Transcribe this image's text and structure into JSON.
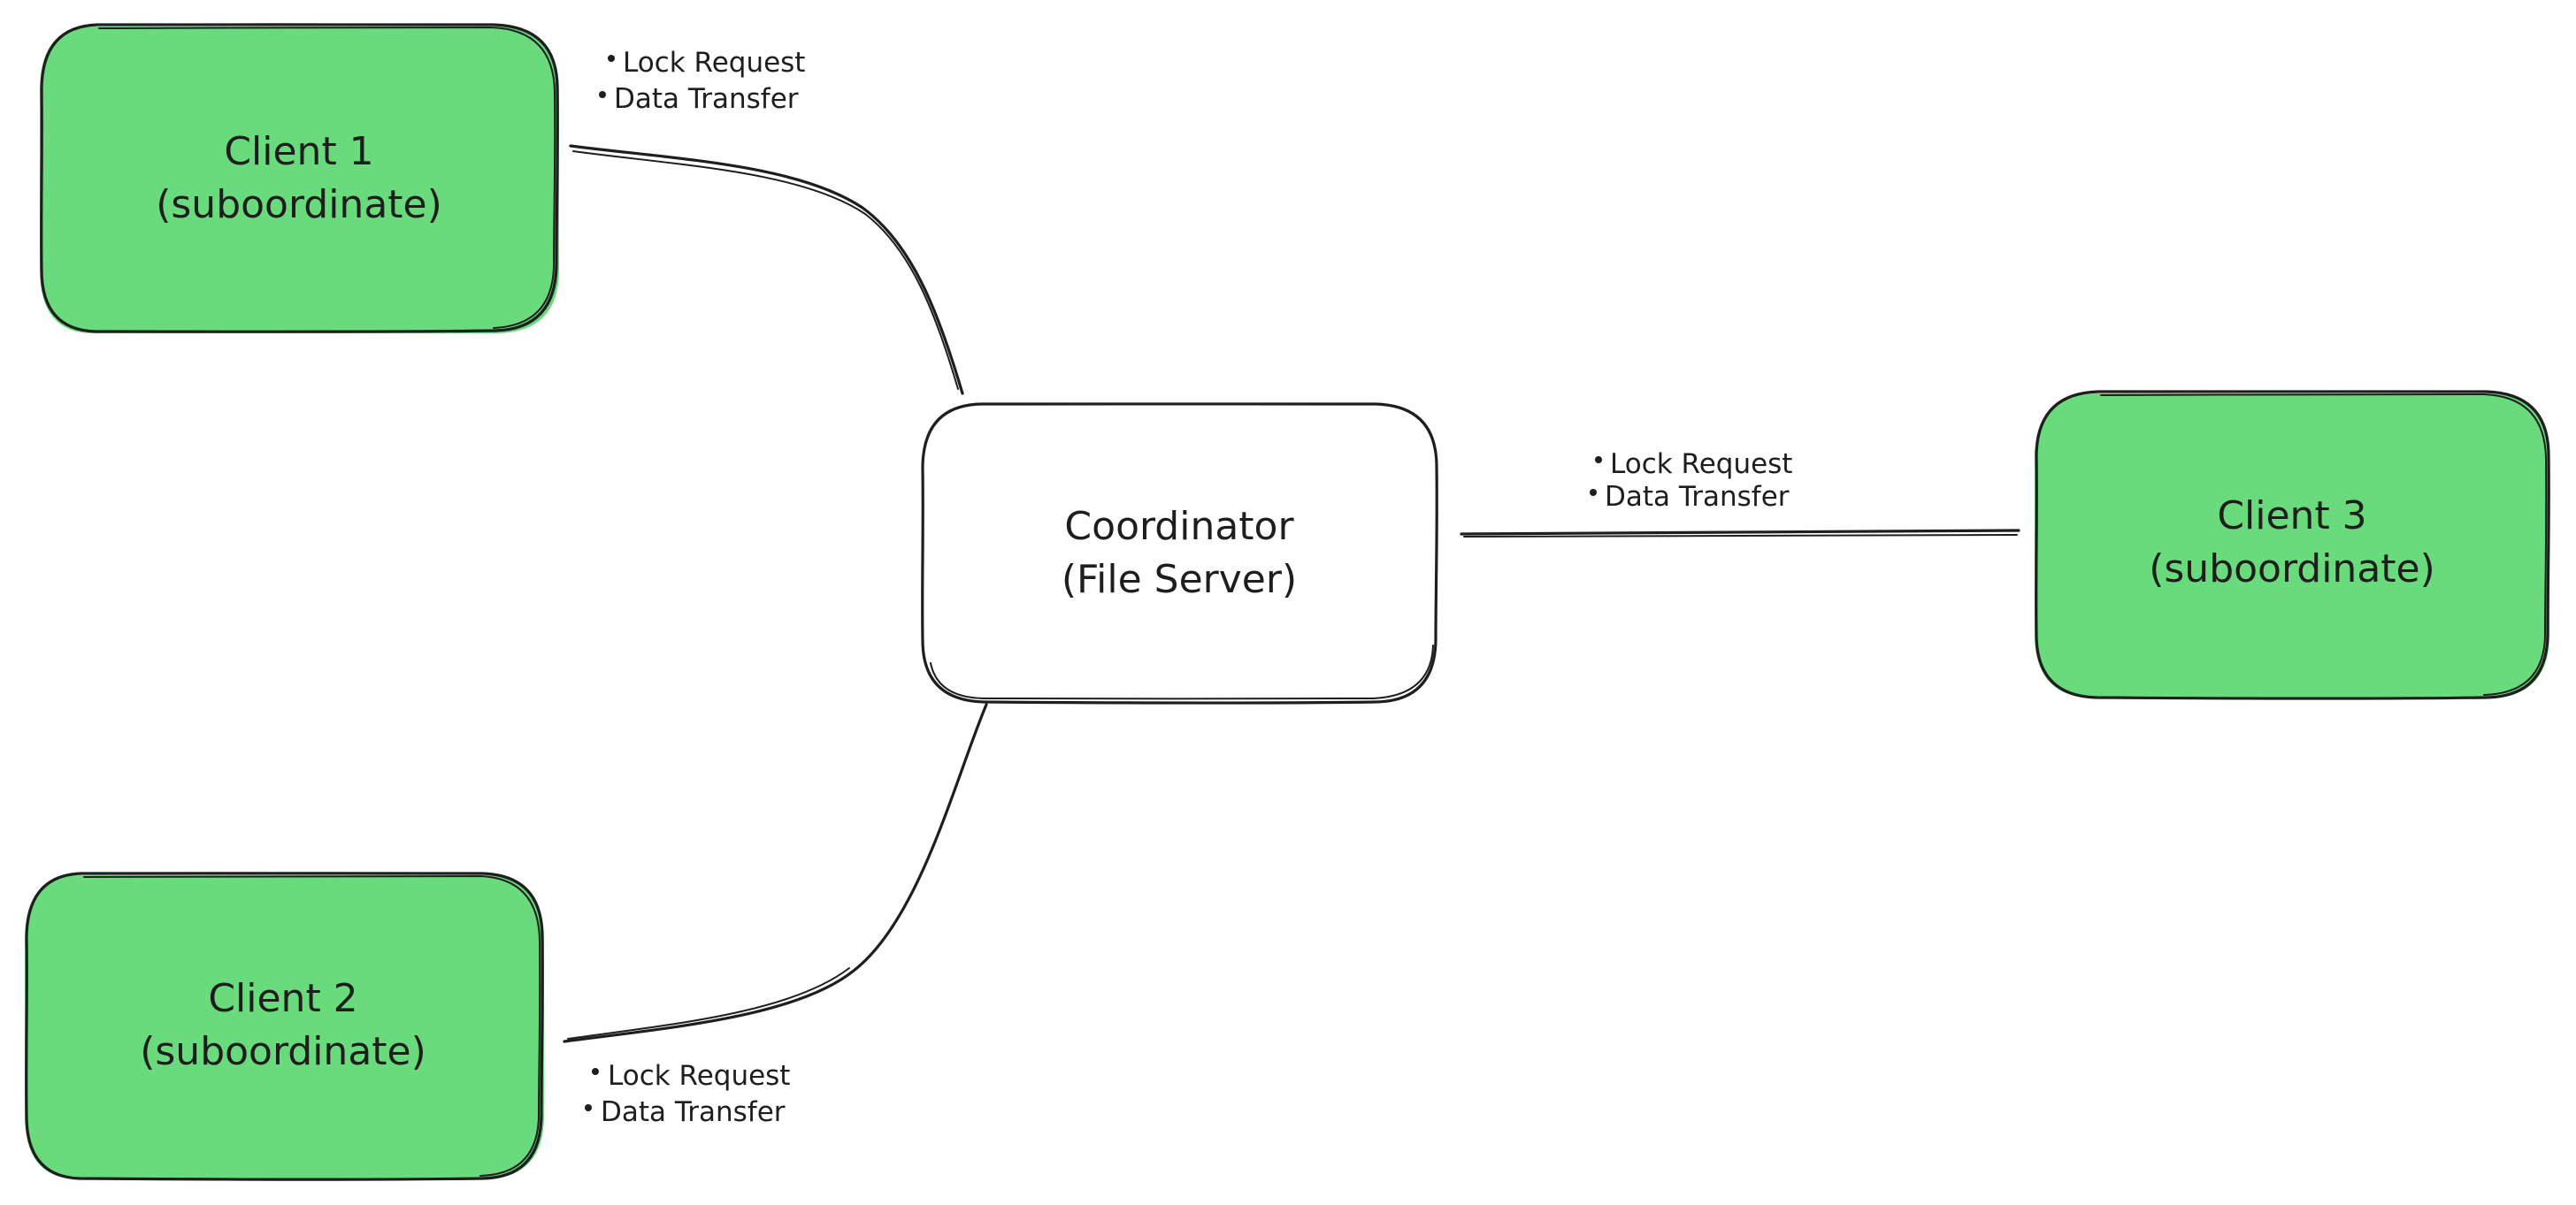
{
  "colors": {
    "client_fill": "#69db7c",
    "coordinator_fill": "#ffffff",
    "stroke": "#1e1e1e",
    "text": "#1e1e1e"
  },
  "nodes": {
    "client1": {
      "line1": "Client 1",
      "line2": "(suboordinate)"
    },
    "client2": {
      "line1": "Client 2",
      "line2": "(suboordinate)"
    },
    "client3": {
      "line1": "Client 3",
      "line2": "(suboordinate)"
    },
    "coordinator": {
      "line1": "Coordinator",
      "line2": "(File Server)"
    }
  },
  "edges": {
    "client1": {
      "item1": "Lock Request",
      "item2": "Data Transfer"
    },
    "client2": {
      "item1": "Lock Request",
      "item2": "Data Transfer"
    },
    "client3": {
      "item1": "Lock Request",
      "item2": "Data Transfer"
    }
  }
}
